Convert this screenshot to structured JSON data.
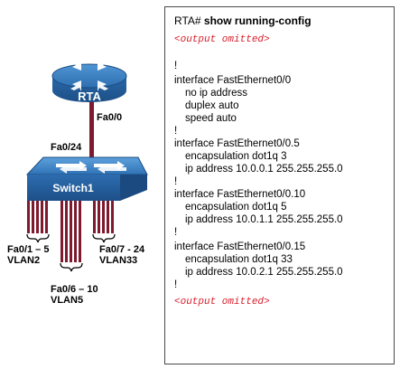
{
  "diagram": {
    "router": {
      "name": "RTA",
      "interface": "Fa0/0"
    },
    "switch": {
      "name": "Switch1",
      "uplink_interface": "Fa0/24"
    },
    "port_groups": [
      {
        "ports": "Fa0/1 – 5",
        "vlan": "VLAN2"
      },
      {
        "ports": "Fa0/6 – 10",
        "vlan": "VLAN5"
      },
      {
        "ports": "Fa0/7 - 24",
        "vlan": "VLAN33"
      }
    ],
    "colors": {
      "router": "#2a73b8",
      "switch": "#2a73b8",
      "router_link": "#7d1a2e",
      "port_cables": "#7d1a2e"
    }
  },
  "config": {
    "prompt": "RTA# ",
    "command": "show running-config",
    "lines": [
      {
        "text": "<output omitted>",
        "style": "omit"
      },
      {
        "text": "!",
        "style": "cmd"
      },
      {
        "text": "interface FastEthernet0/0",
        "style": "cmd"
      },
      {
        "text": "no ip address",
        "style": "sub"
      },
      {
        "text": "duplex auto",
        "style": "sub"
      },
      {
        "text": "speed auto",
        "style": "sub"
      },
      {
        "text": "!",
        "style": "cmd"
      },
      {
        "text": "interface FastEthernet0/0.5",
        "style": "cmd"
      },
      {
        "text": "encapsulation dot1q 3",
        "style": "sub"
      },
      {
        "text": "ip address 10.0.0.1 255.255.255.0",
        "style": "sub"
      },
      {
        "text": "!",
        "style": "cmd"
      },
      {
        "text": "interface FastEthernet0/0.10",
        "style": "cmd"
      },
      {
        "text": "encapsulation dot1q 5",
        "style": "sub"
      },
      {
        "text": "ip address 10.0.1.1 255.255.255.0",
        "style": "sub"
      },
      {
        "text": "!",
        "style": "cmd"
      },
      {
        "text": "interface FastEthernet0/0.15",
        "style": "cmd"
      },
      {
        "text": "encapsulation dot1q 33",
        "style": "sub"
      },
      {
        "text": "ip address 10.0.2.1 255.255.255.0",
        "style": "sub"
      },
      {
        "text": "!",
        "style": "cmd"
      },
      {
        "text": "<output omitted>",
        "style": "omit"
      }
    ]
  }
}
